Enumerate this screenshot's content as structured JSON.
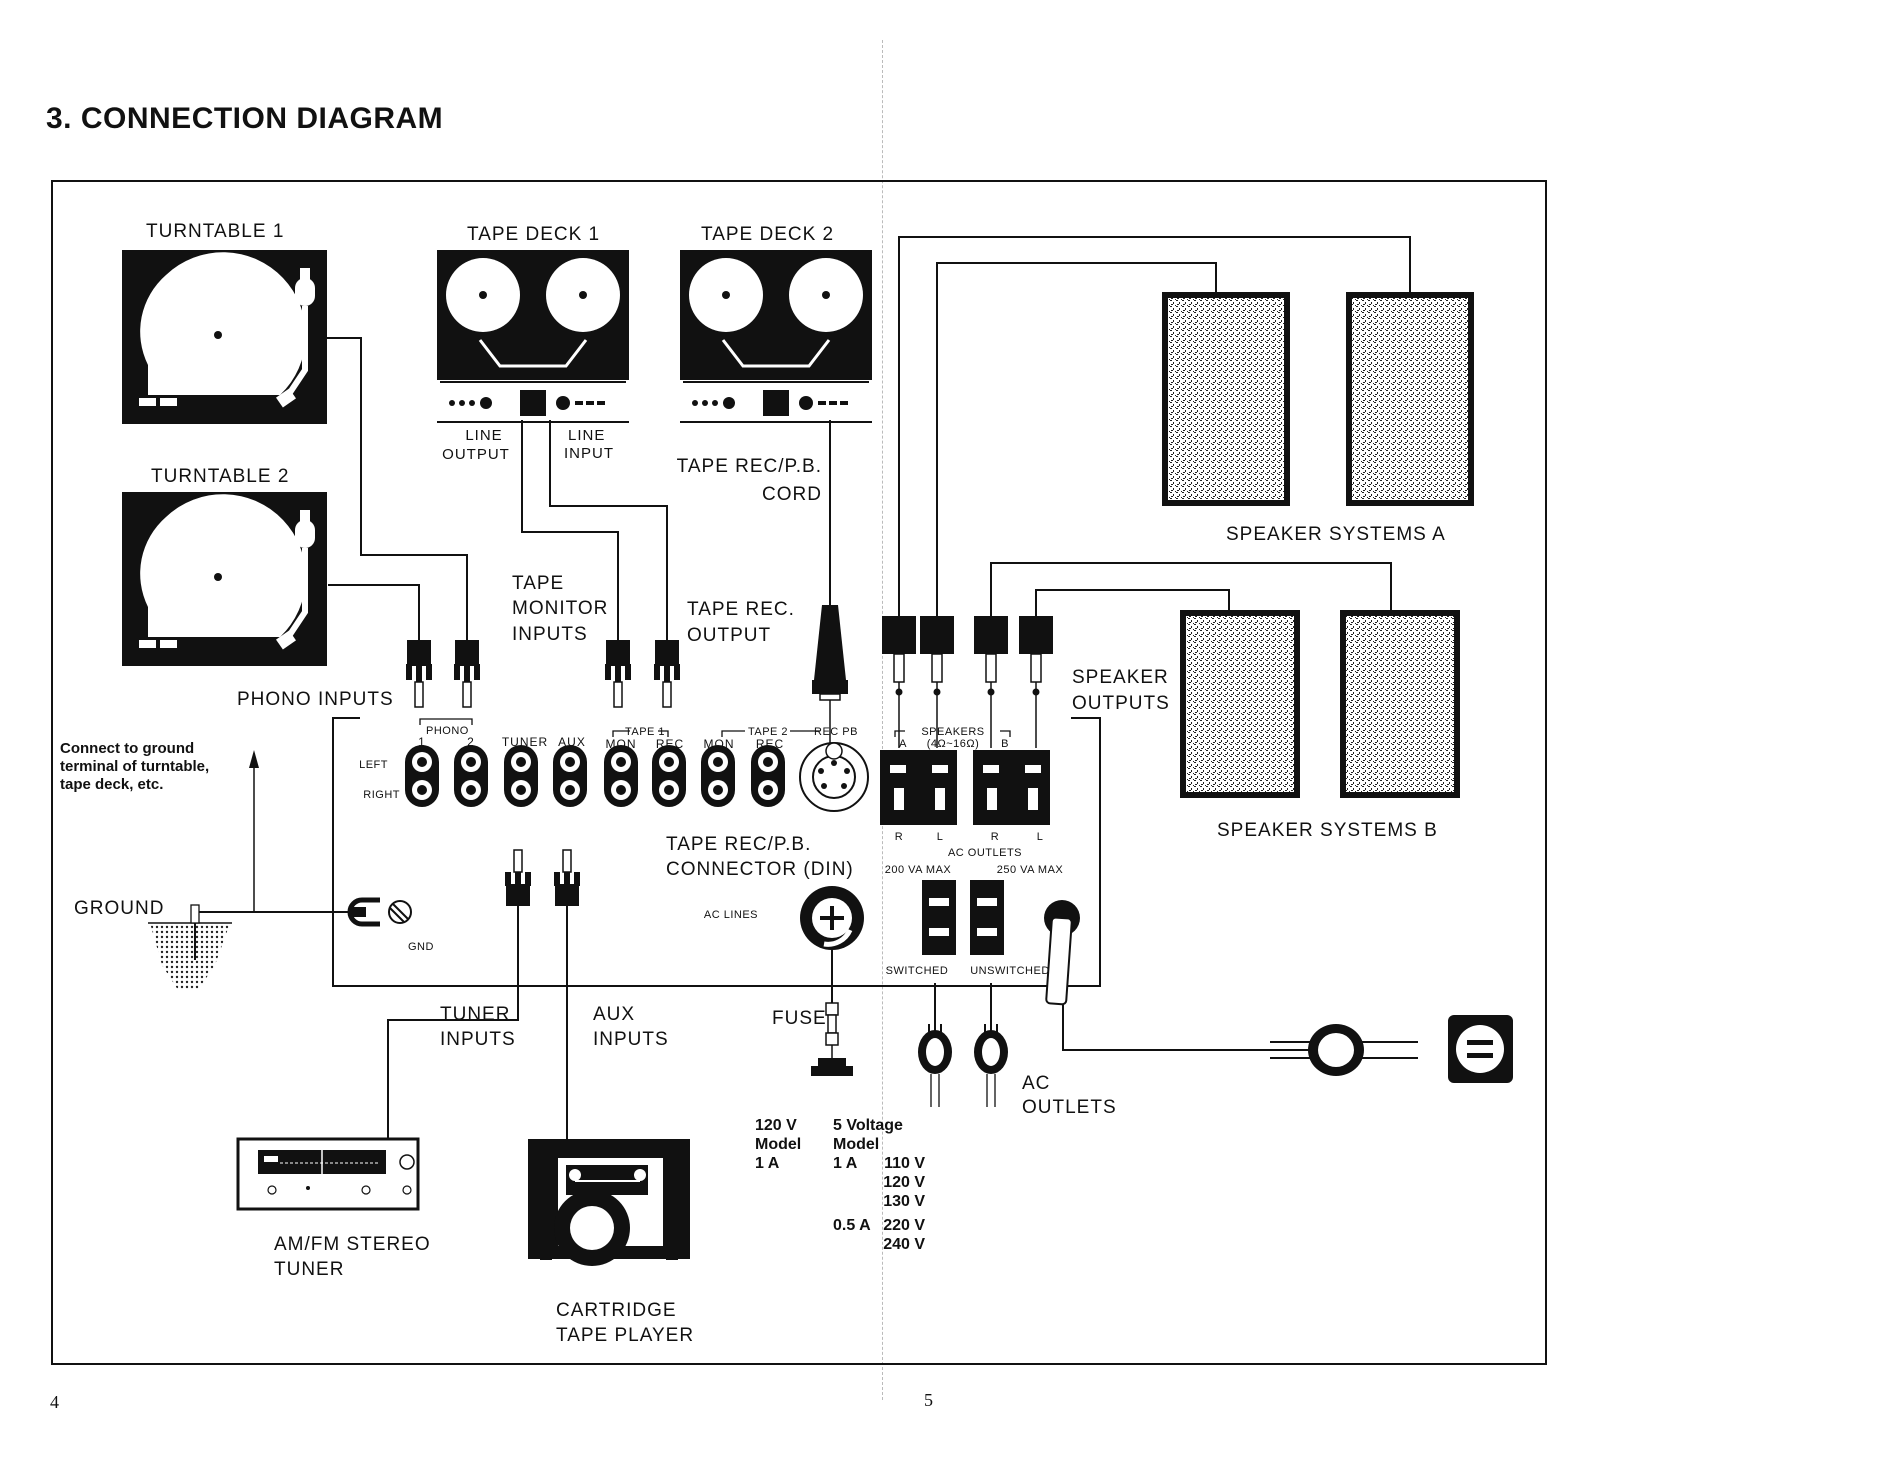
{
  "page": {
    "title": "3. CONNECTION DIAGRAM",
    "page_left": "4",
    "page_right": "5"
  },
  "devices": {
    "turntable_1": "TURNTABLE 1",
    "turntable_2": "TURNTABLE 2",
    "tape_deck_1": "TAPE DECK 1",
    "tape_deck_2": "TAPE DECK 2",
    "speaker_systems_a": "SPEAKER SYSTEMS A",
    "speaker_systems_b": "SPEAKER SYSTEMS B",
    "tuner": [
      "AM/FM STEREO",
      "TUNER"
    ],
    "cartridge": [
      "CARTRIDGE",
      "TAPE PLAYER"
    ]
  },
  "labels": {
    "line_output": [
      "LINE",
      "OUTPUT"
    ],
    "line_input": [
      "LINE",
      "INPUT"
    ],
    "tape_rec_pb_cord": [
      "TAPE REC/P.B.",
      "CORD"
    ],
    "tape_monitor_inputs": [
      "TAPE",
      "MONITOR",
      "INPUTS"
    ],
    "tape_rec_output": [
      "TAPE REC.",
      "OUTPUT"
    ],
    "phono_inputs": "PHONO INPUTS",
    "speaker_outputs": [
      "SPEAKER",
      "OUTPUTS"
    ],
    "ground_note": [
      "Connect to ground",
      "terminal of turntable,",
      "tape deck, etc."
    ],
    "ground": "GROUND",
    "gnd": "GND",
    "tape_rec_pb_connector": [
      "TAPE REC/P.B.",
      "CONNECTOR (DIN)"
    ],
    "ac_lines": "AC LINES",
    "tuner_inputs": [
      "TUNER",
      "INPUTS"
    ],
    "aux_inputs": [
      "AUX",
      "INPUTS"
    ],
    "fuse": "FUSE",
    "ac_outlets": [
      "AC",
      "OUTLETS"
    ],
    "switched": "SWITCHED",
    "unswitched": "UNSWITCHED",
    "ac_outlets_panel": "AC OUTLETS",
    "outlet_200": "200 VA MAX",
    "outlet_250": "250 VA MAX"
  },
  "panel": {
    "left": "LEFT",
    "right": "RIGHT",
    "phono": "PHONO",
    "phono_1": "1",
    "phono_2": "2",
    "tuner": "TUNER",
    "aux": "AUX",
    "tape_1": "TAPE 1",
    "tape_2": "TAPE 2",
    "mon": "MON",
    "rec": "REC",
    "rec_pb": "REC PB",
    "speakers": "SPEAKERS",
    "speakers_imp": "(4Ω~16Ω)",
    "a": "A",
    "b": "B",
    "r": "R",
    "l": "L"
  },
  "fuse_table": {
    "model_120": [
      "120 V",
      "Model",
      "1 A"
    ],
    "model_5v": [
      "5 Voltage",
      "Model",
      "1 A"
    ],
    "voltages_1a": [
      "110 V",
      "120 V",
      "130 V"
    ],
    "half_amp": "0.5 A",
    "voltages_05a": [
      "220 V",
      "240 V"
    ]
  }
}
